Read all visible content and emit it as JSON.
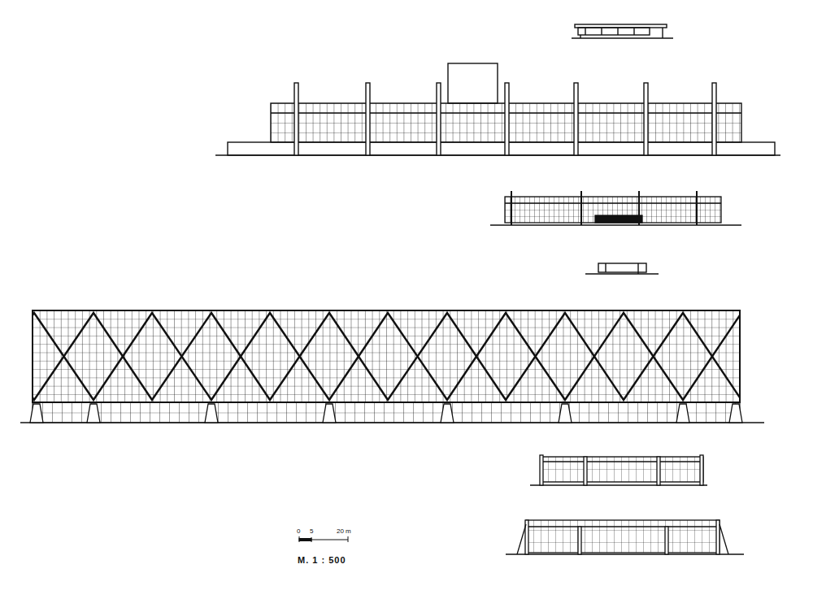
{
  "diagram": {
    "labels": [
      "0",
      "5",
      "20 m",
      "M. 1 : 500"
    ]
  }
}
